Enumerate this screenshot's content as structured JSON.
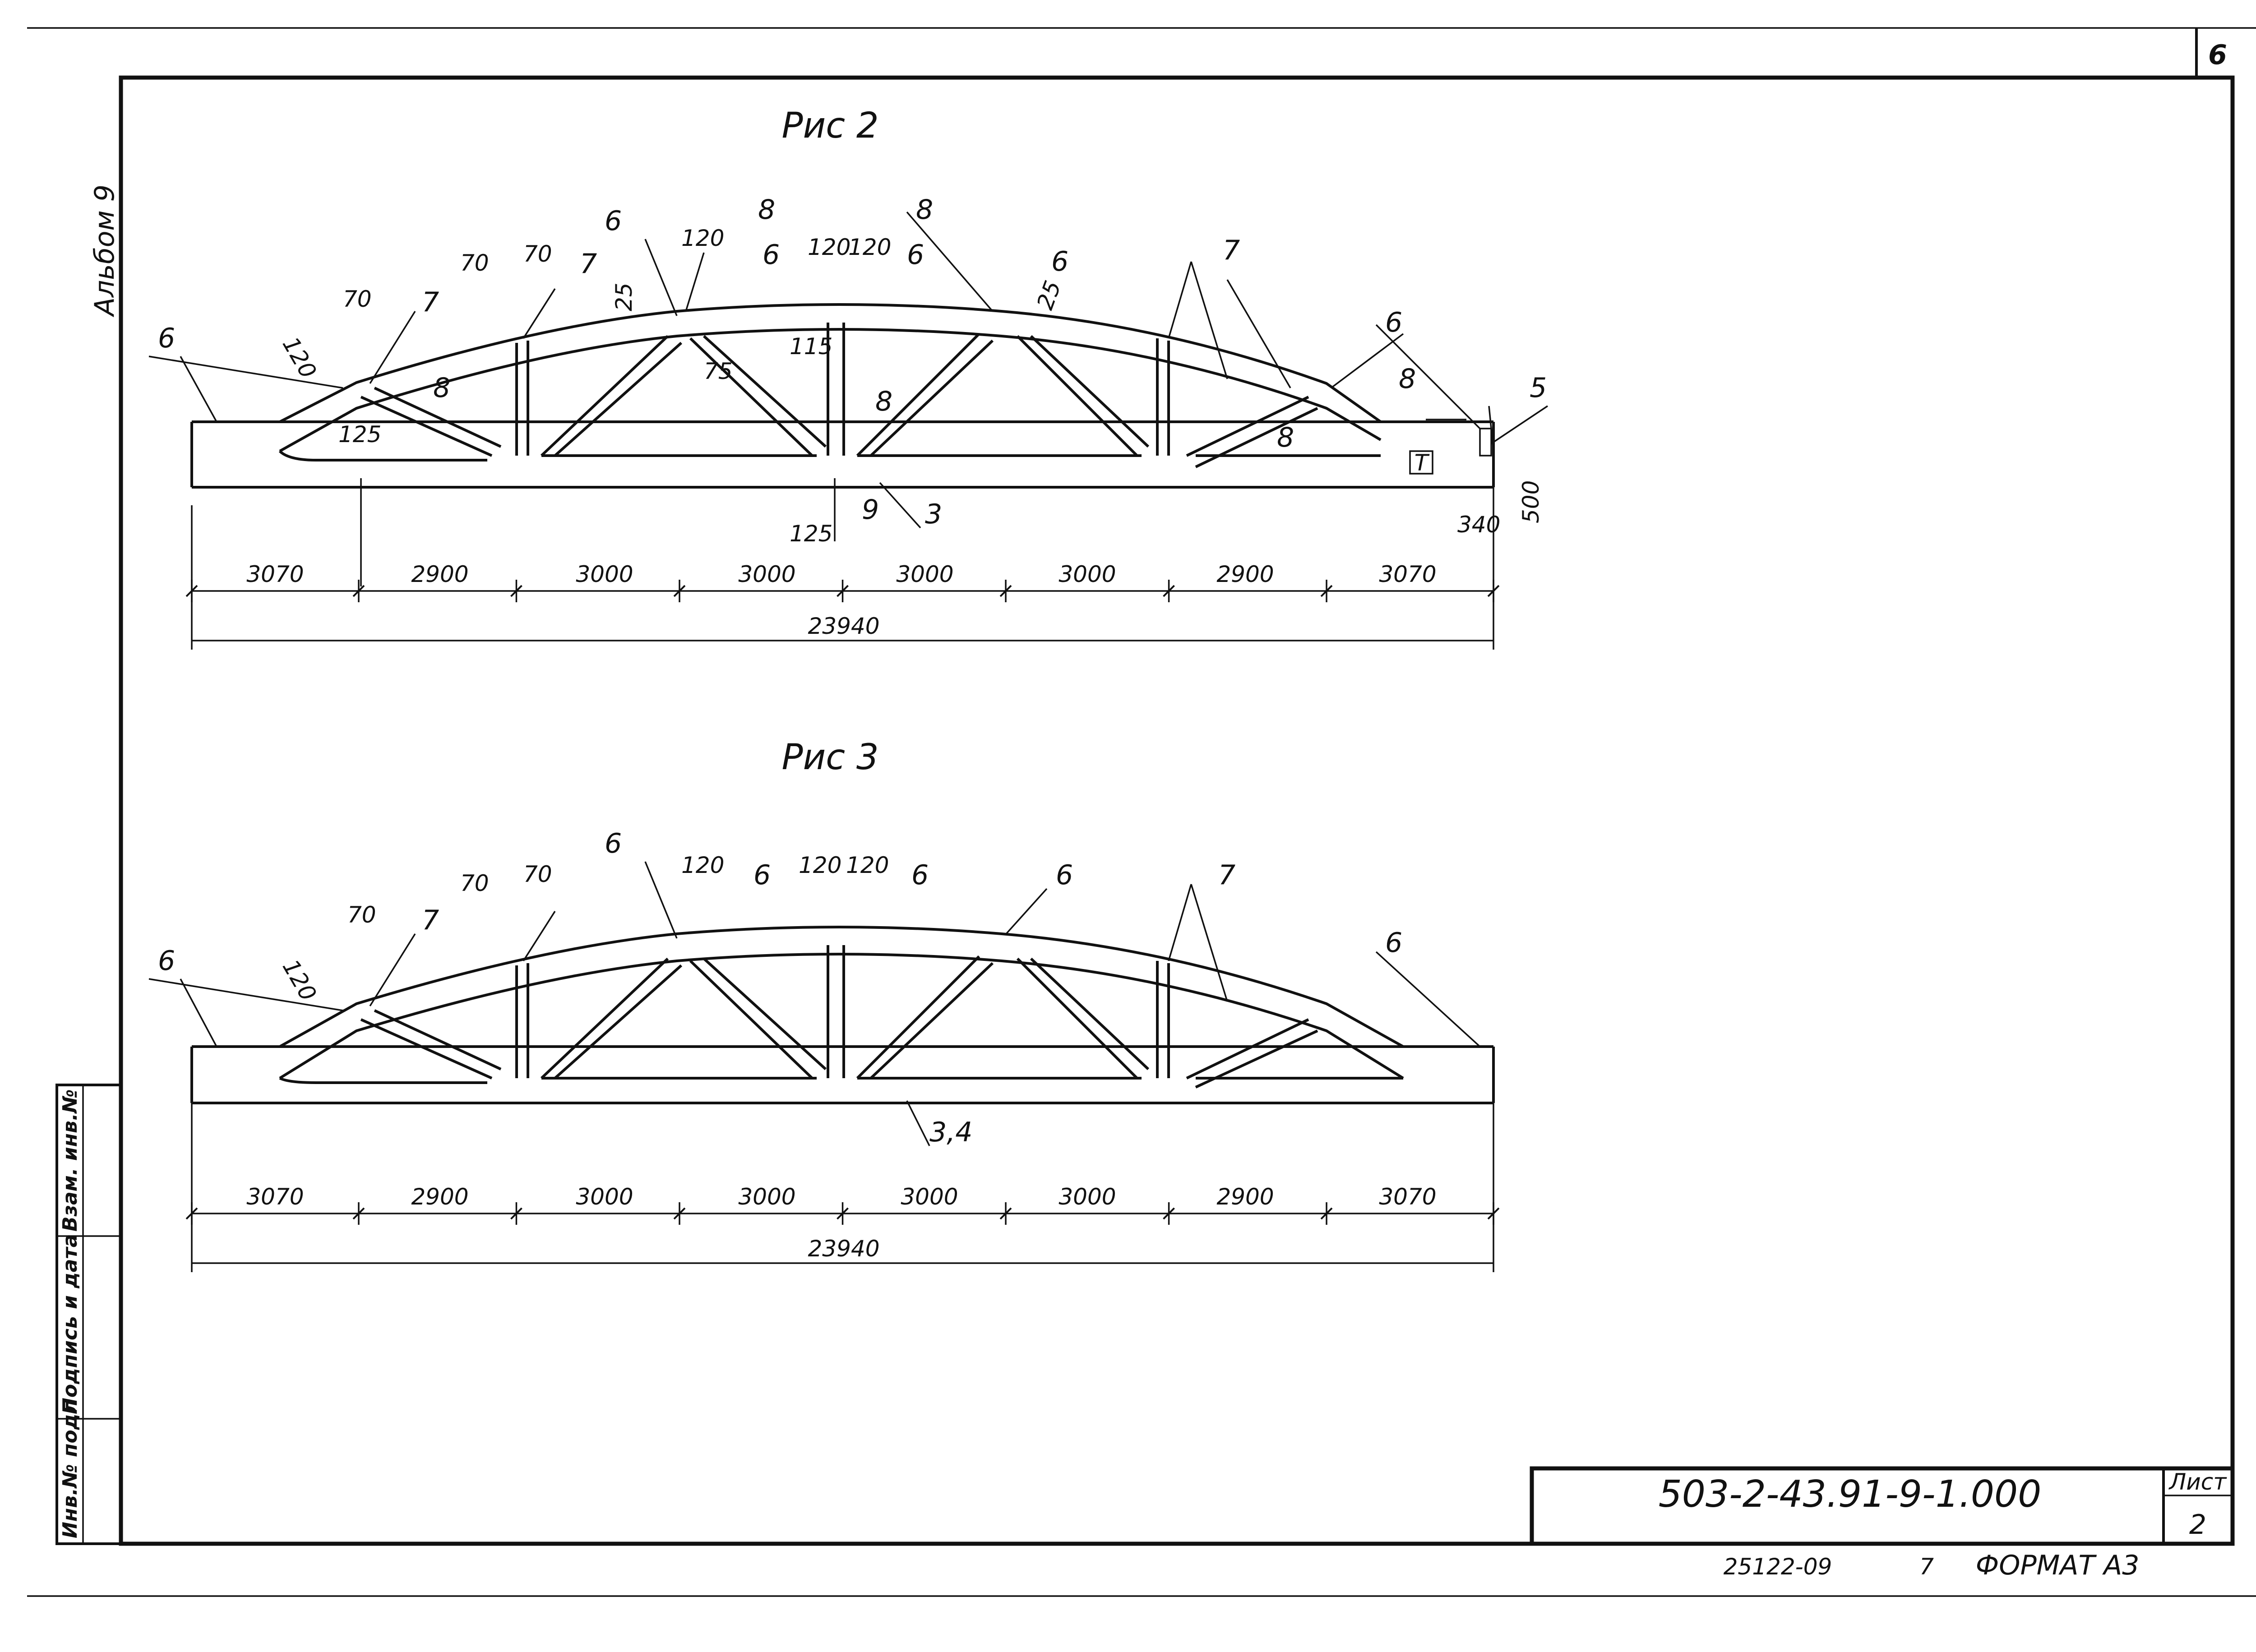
{
  "sheet": {
    "corner_number": "6",
    "album_label": "Альбом 9",
    "code": "503-2-43.91-9-1.000",
    "sheet_label": "Лист",
    "sheet_number": "2",
    "bottom_number": "25122-09",
    "bottom_seven": "7",
    "format_label": "ФОРМАТ А3"
  },
  "side_stamp": {
    "col1": "Инв.№ подл",
    "col2": "Подпись и дата",
    "col3": "Взам. инв.№"
  },
  "fig2": {
    "title": "Рис 2",
    "spans": [
      "3070",
      "2900",
      "3000",
      "3000",
      "3000",
      "3000",
      "2900",
      "3070"
    ],
    "total": "23940",
    "callouts": {
      "c6_left": "6",
      "c6_a": "6",
      "c6_b": "6",
      "c6_c": "6",
      "c6_d": "6",
      "c6_right": "6",
      "c7_a": "7",
      "c7_b": "7",
      "c7_c": "7",
      "c8_a": "8",
      "c8_b": "8",
      "c8_c": "8",
      "c8_d": "8",
      "c8_e": "8",
      "c8_f": "8",
      "c5": "5",
      "c9": "9",
      "c3": "3",
      "mark_t": "T"
    },
    "small_dims": {
      "d120_a": "120",
      "d70_a": "70",
      "d125_a": "125",
      "d70_b": "70",
      "d70_c": "70",
      "d25_a": "25",
      "d120_b": "120",
      "d75": "75",
      "d120_c": "120",
      "d120_d": "120",
      "d115": "115",
      "d125_b": "125",
      "d25_b": "25",
      "d340": "340",
      "d500": "500"
    }
  },
  "fig3": {
    "title": "Рис 3",
    "spans": [
      "3070",
      "2900",
      "3000",
      "3000",
      "3000",
      "3000",
      "2900",
      "3070"
    ],
    "total": "23940",
    "callouts": {
      "c6_left": "6",
      "c6_a": "6",
      "c6_b": "6",
      "c6_c": "6",
      "c6_d": "6",
      "c6_right": "6",
      "c7_a": "7",
      "c7_b": "7",
      "c34": "3,4"
    },
    "small_dims": {
      "d120_a": "120",
      "d70_a": "70",
      "d70_b": "70",
      "d70_c": "70",
      "d120_b": "120",
      "d120_c": "120",
      "d120_d": "120"
    }
  }
}
